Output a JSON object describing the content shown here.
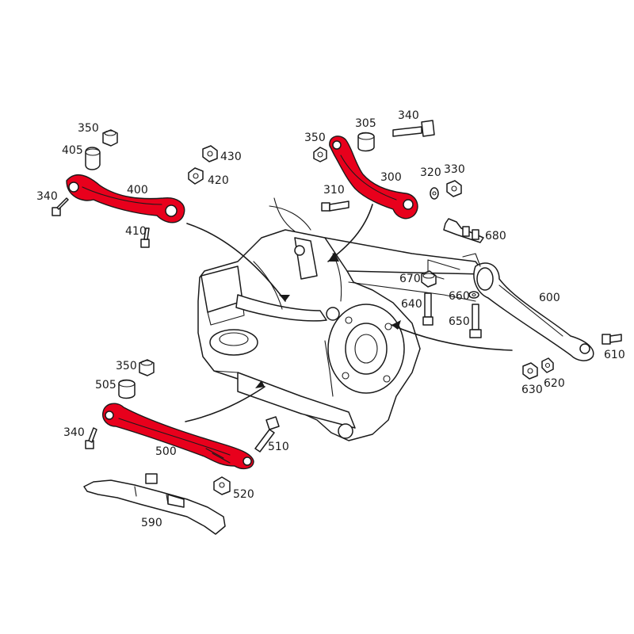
{
  "colors": {
    "highlight": "#e8001c",
    "ink": "#1a1a1a",
    "background": "#ffffff"
  },
  "labels": {
    "l350a": "350",
    "l405": "405",
    "l340a": "340",
    "l400": "400",
    "l410": "410",
    "l430": "430",
    "l420": "420",
    "l350b": "350",
    "l305": "305",
    "l340b": "340",
    "l300": "300",
    "l320": "320",
    "l330": "330",
    "l310": "310",
    "l680": "680",
    "l670": "670",
    "l640": "640",
    "l660": "660",
    "l650": "650",
    "l600": "600",
    "l610": "610",
    "l630": "630",
    "l620": "620",
    "l350c": "350",
    "l505": "505",
    "l340c": "340",
    "l500": "500",
    "l510": "510",
    "l520": "520",
    "l590": "590"
  }
}
